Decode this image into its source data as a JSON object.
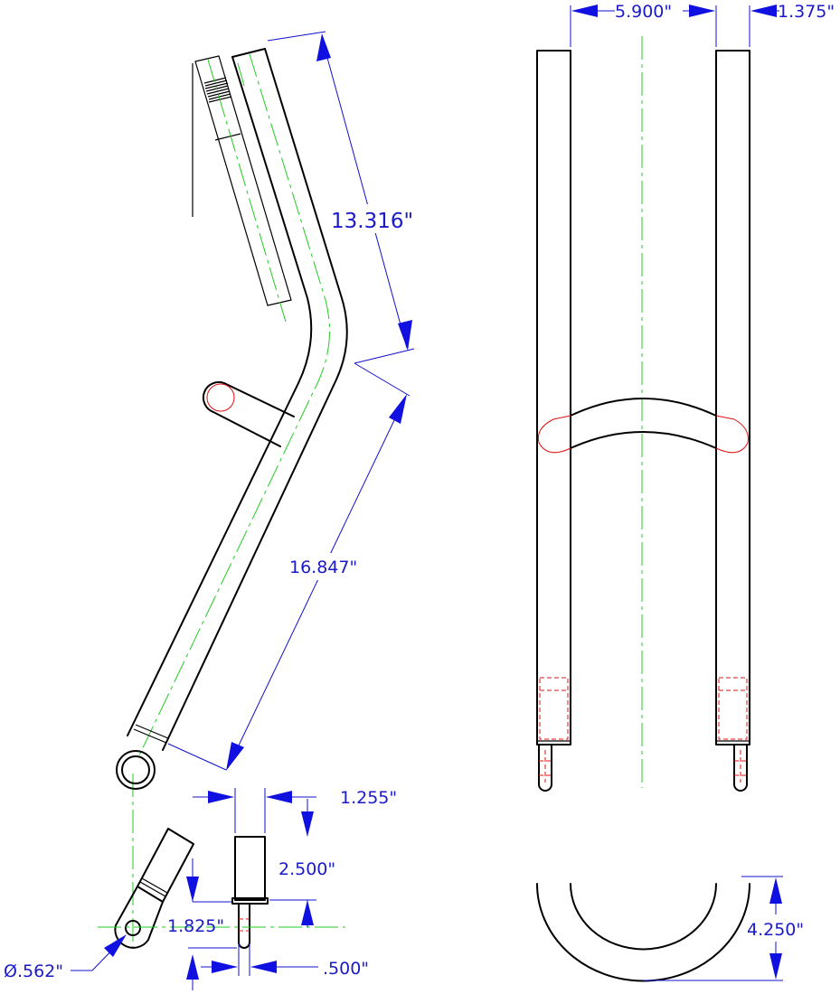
{
  "drawing": {
    "colors": {
      "object_line": "#000000",
      "dimension": "#1010d0",
      "center_line": "#22cc22",
      "hidden_line": "#e01010",
      "background": "#ffffff"
    },
    "dimensions": {
      "upper_leg_length": "13.316\"",
      "lower_leg_length": "16.847\"",
      "fork_width": "5.900\"",
      "tube_width": "1.375\"",
      "plug_diameter": "1.255\"",
      "plug_length": "2.500\"",
      "offset": "1.825\"",
      "stub_diameter": ".500\"",
      "hole_diameter": "Ø.562\"",
      "crown_radius": "4.250\""
    }
  }
}
